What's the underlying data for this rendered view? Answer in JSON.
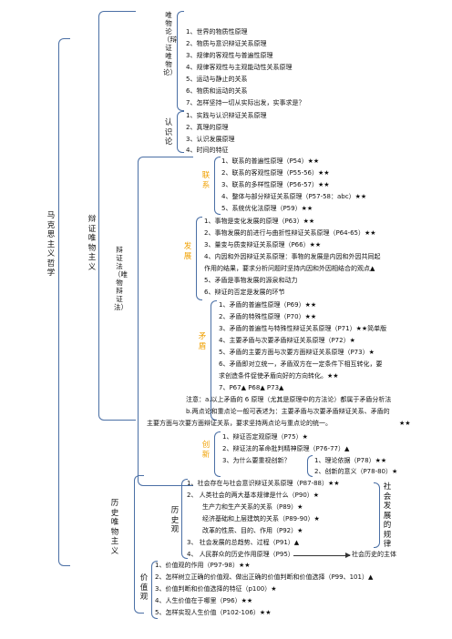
{
  "root": "马克思主义哲学",
  "b1": "辩证唯物主义",
  "b2": "历史唯物主义",
  "wuwu": "唯物论（辩证唯物论）",
  "wuwu_items": [
    "1、世界的物质性原理",
    "2、物质与意识辩证关系原理",
    "3、规律的客观性与普遍性原理",
    "4、规律客观性与主观能动性关系原理",
    "5、运动与静止的关系",
    "6、物质和运动的关系",
    "7、怎样坚持一切从实际出发，实事求是？"
  ],
  "renshi": "认识论",
  "renshi_items": [
    "1、实践与认识辩证关系原理",
    "2、真理的原理",
    "3、认识发展原理",
    "4、时间的特征"
  ],
  "bianzheng": "辩证法（唯物辩证法）",
  "lianxi": "联系",
  "lianxi_items": [
    "1、联系的普遍性原理（P54）★★",
    "2、联系的客观性原理（P55-56）★★",
    "3、联系的多样性原理（P56-57）★★",
    "4、整体与部分辩证关系原理（P57-58：abc）★★",
    "5、系统优化法原理（P59）★★"
  ],
  "fazhan": "发展",
  "fazhan_items": [
    "1、事物是变化发展的原理（P63）★★",
    "2、事物发展的前进行与曲折性辩证关系原理（P64-65）★★",
    "3、量变与质变辩证关系原理（P66）★★",
    "4、内因和外因辩证关系原理：事物的发展是内因和外因共同起",
    "作用的结果，要求分析问题时坚持内因和外因相结合的观点▲",
    "5、矛盾是事物发展的源泉和动力",
    "6、辩证的否定是发展的环节"
  ],
  "maodun": "矛盾",
  "maodun_items": [
    "1、矛盾的普遍性原理（P69）★★",
    "2、矛盾的特殊性原理（P70）★★",
    "3、矛盾的普遍性与特殊性辩证关系原理（P71）★★简单版",
    "4、主要矛盾与次要矛盾辩证关系原理（P72）★",
    "5、矛盾的主要方面与次要方面辩证关系原理（P73）★",
    "6、矛盾即对立统一，矛盾双方在一定条件下相互转化，要",
    "求创造条件促使矛盾向好的方向转化。★★",
    "7、P67▲    P68▲    P73▲"
  ],
  "note_a": "注意：a.以上矛盾的 6 原理（尤其是原理中的方法论）都属于矛盾分析法",
  "note_b1": "b.两点论和重点论一般可表述为：主要矛盾与次要矛盾辩证关系、矛盾的",
  "note_b2": "主要方面与次要方面辩证关系，要求坚持两点论与重点论的统一。",
  "note_b_star": "★★",
  "chuangxin": "创新",
  "chuangxin_items": [
    "1、辩证否定观原理（P75）★",
    "2、辩证法的革命批判精神原理（P76-77）▲",
    "3、为什么要重视创新？"
  ],
  "cx_sub": [
    "1、理论依据（P78）★★",
    "2、创新的意义（P78-80）★"
  ],
  "lishiguan": "历史观",
  "lishi_items": [
    "1、社会存在与社会意识辩证关系原理（P87-88）★★",
    "2、 人类社会的两大基本规律是什么（P90）★",
    "生产力和生产关系的关系（P89）★",
    "经济基础和上层建筑的关系（P89-90）★",
    "改革的性质、目的、作用（P92）★",
    "3、 社会发展的总趋势、过程（P91）▲",
    "4、  人民群众的历史作用原理（P95）"
  ],
  "shehui_guilv": "社会发展的规律",
  "zhuti": "社会历史的主体",
  "jiazhiguan": "价值观",
  "jiazhi_items": [
    "1、价值观的作用（P97-98）★★",
    "2、怎样树立正确的价值观、做出正确的价值判断和价值选择（P99、101）▲",
    "3、价值判断和价值选择的特征（p100）★",
    "4、人生价值在于哪里（P96）★★",
    "5、怎样实现人生价值（P102-106）★★"
  ]
}
